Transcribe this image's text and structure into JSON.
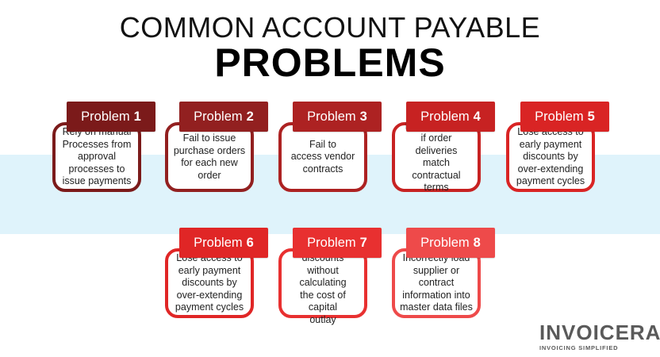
{
  "title": {
    "line1": "COMMON ACCOUNT PAYABLE",
    "line2": "PROBLEMS"
  },
  "problems": [
    {
      "label": "Problem",
      "number": "1",
      "color": "#7b1a1a",
      "text": "Rely on manual\nProcesses from\napproval\nprocesses to\nissue payments"
    },
    {
      "label": "Problem",
      "number": "2",
      "color": "#922020",
      "text": "Fail to issue\npurchase orders\nfor each new\norder"
    },
    {
      "label": "Problem",
      "number": "3",
      "color": "#ad2222",
      "text": "Fail to\naccess vendor\ncontracts"
    },
    {
      "label": "Problem",
      "number": "4",
      "color": "#c72222",
      "text": "Fail to confirm\nif order deliveries\nmatch contractual\nterms"
    },
    {
      "label": "Problem",
      "number": "5",
      "color": "#d92424",
      "text": "Lose access to\nearly payment\ndiscounts by\nover-extending\npayment cycles"
    },
    {
      "label": "Problem",
      "number": "6",
      "color": "#e02626",
      "text": "Lose access to\nearly payment\ndiscounts by\nover-extending\npayment cycles"
    },
    {
      "label": "Problem",
      "number": "7",
      "color": "#e83030",
      "text": "Accept discounts\nwithout calculating\nthe cost of capital\noutlay"
    },
    {
      "label": "Problem",
      "number": "8",
      "color": "#ee4a4a",
      "text": "Incorrectly load\nsupplier or\ncontract\ninformation into\nmaster data files"
    }
  ],
  "logo": {
    "word": "INVOICERA",
    "tagline": "INVOICING SIMPLIFIED"
  }
}
